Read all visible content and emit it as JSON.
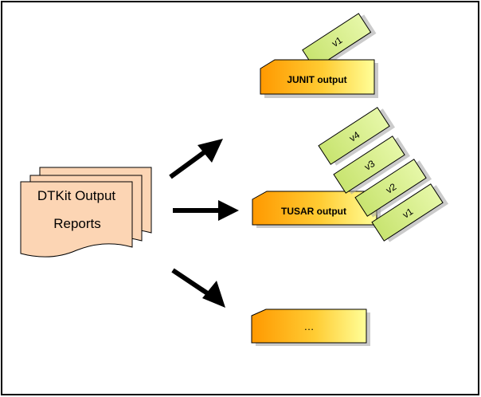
{
  "source": {
    "label_line1": "DTKit Output",
    "label_line2": "Reports"
  },
  "outputs": [
    {
      "id": "junit",
      "label": "JUNIT  output",
      "versions": [
        "v1"
      ]
    },
    {
      "id": "tusar",
      "label": "TUSAR output",
      "versions": [
        "v4",
        "v3",
        "v2",
        "v1"
      ]
    },
    {
      "id": "other",
      "label": "…",
      "versions": []
    }
  ],
  "colors": {
    "source_fill": "#fcd5b4",
    "output_fill_dark": "#ff9900",
    "output_fill_light": "#ffff99",
    "version_fill": "#d6ee88",
    "arrow": "#000000",
    "shadow": "#b0b0b0"
  }
}
